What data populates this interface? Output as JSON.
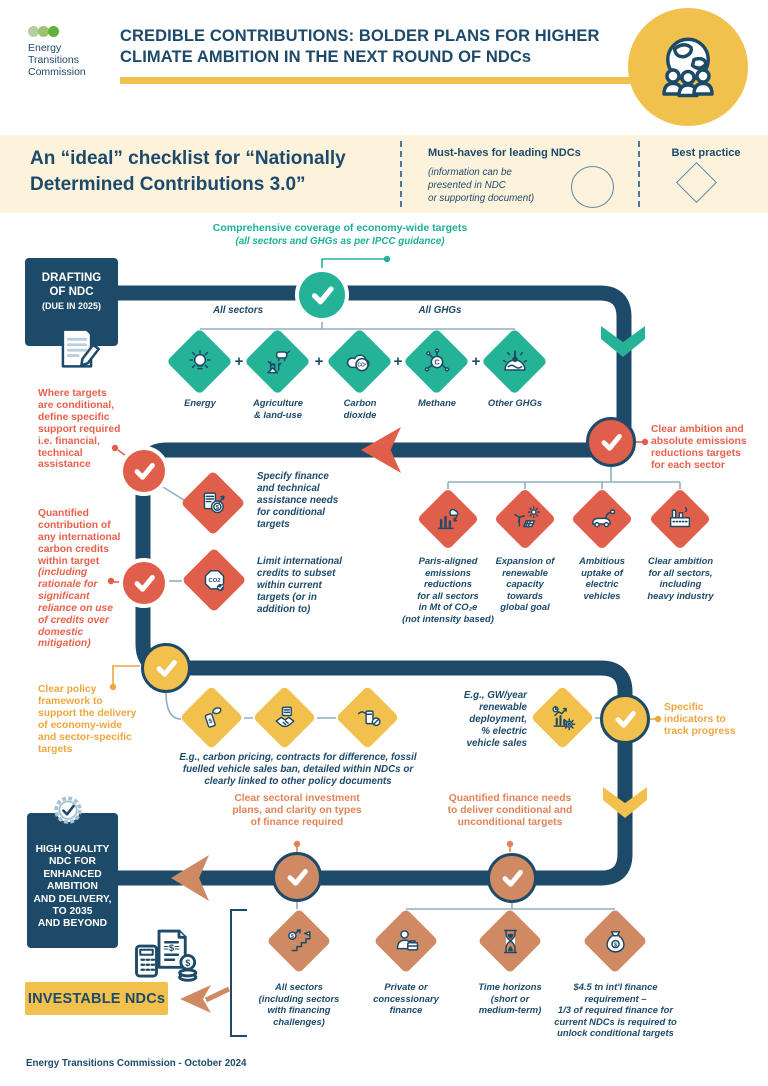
{
  "colors": {
    "navy": "#1d4a68",
    "teal": "#25b397",
    "red": "#e05f4b",
    "yellow": "#f2c04d",
    "orange": "#d08a63",
    "cream": "#fdf3dc",
    "slate": "#8fafc2"
  },
  "header": {
    "logo_name": "Energy\nTransitions\nCommission",
    "title": "CREDIBLE CONTRIBUTIONS: BOLDER PLANS FOR HIGHER\nCLIMATE AMBITION IN THE NEXT ROUND OF NDCs"
  },
  "legend": {
    "checklist_title": "An “ideal” checklist for “Nationally\nDetermined Contributions 3.0”",
    "must_haves_title": "Must-haves for leading NDCs",
    "must_haves_note": "(information can be\npresented in NDC\nor supporting document)",
    "best_practice_label": "Best practice"
  },
  "flow": {
    "plus": "+",
    "drafting": {
      "title": "DRAFTING\nOF NDC",
      "subtitle": "(DUE IN 2025)"
    },
    "comprehensive_title": "Comprehensive coverage of economy-wide targets",
    "comprehensive_note": "(all sectors and GHGs as per IPCC guidance)",
    "all_sectors": "All sectors",
    "all_ghgs": "All GHGs",
    "ghg_diamonds": [
      {
        "label": "Energy",
        "icon": "lightbulb-icon"
      },
      {
        "label": "Agriculture\n& land-use",
        "icon": "agriculture-icon"
      },
      {
        "label": "Carbon\ndioxide",
        "icon": "co2-cloud-icon"
      },
      {
        "label": "Methane",
        "icon": "methane-icon"
      },
      {
        "label": "Other GHGs",
        "icon": "globe-thermometer-icon"
      }
    ],
    "clear_ambition": "Clear ambition and\nabsolute emissions\nreductions targets\nfor each sector",
    "sector_diamonds": [
      {
        "label": "Paris-aligned\nemissions\nreductions\nfor all sectors\nin Mt of CO₂e\n(not intensity based)",
        "icon": "emissions-chart-icon"
      },
      {
        "label": "Expansion of\nrenewable\ncapacity\ntowards\nglobal goal",
        "icon": "wind-solar-icon"
      },
      {
        "label": "Ambitious\nuptake of\nelectric\nvehicles",
        "icon": "electric-vehicle-icon"
      },
      {
        "label": "Clear ambition\nfor all sectors,\nincluding\nheavy industry",
        "icon": "factory-icon"
      }
    ],
    "where_targets": "Where targets\nare conditional,\ndefine specific\nsupport required\ni.e. financial,\ntechnical\nassistance",
    "specify_finance": "Specify finance\nand technical\nassistance needs\nfor conditional\ntargets",
    "quantified_contribution": "Quantified\ncontribution of\nany international\ncarbon credits\nwithin target",
    "quantified_contribution_note": "(including\nrationale for\nsignificant\nreliance on use\nof credits over\ndomestic\nmitigation)",
    "limit_credits": "Limit international\ncredits to subset\nwithin current\ntargets (or in\naddition to)",
    "clear_policy": "Clear policy\nframework to\nsupport the delivery\nof economy-wide\nand sector-specific\ntargets",
    "policy_examples": "E.g., carbon pricing, contracts for difference, fossil\nfuelled vehicle sales ban, detailed within NDCs or\nclearly linked to other policy documents",
    "indicator_examples": "E.g., GW/year\nrenewable\ndeployment,\n% electric\nvehicle sales",
    "specific_indicators": "Specific\nindicators to\ntrack progress",
    "clear_sectoral": "Clear sectoral investment\nplans, and clarity on types\nof finance required",
    "quantified_finance": "Quantified finance needs\nto deliver conditional and\nunconditional targets",
    "finance_diamonds": [
      {
        "label": "All sectors\n(including sectors\nwith financing\nchallenges)",
        "icon": "stairs-flag-icon"
      },
      {
        "label": "Private or\nconcessionary\nfinance",
        "icon": "person-briefcase-icon"
      },
      {
        "label": "Time horizons\n(short or\nmedium-term)",
        "icon": "hourglass-icon"
      },
      {
        "label": "$4.5 tn int'l finance\nrequirement –\n1/3 of required finance for\ncurrent NDCs is required to\nunlock conditional targets",
        "icon": "money-bag-icon"
      }
    ],
    "high_quality": "HIGH QUALITY\nNDC FOR\nENHANCED\nAMBITION\nAND DELIVERY,\nTO 2035\nAND BEYOND",
    "investable": "INVESTABLE NDCs"
  },
  "footer": {
    "credit": "Energy Transitions Commission - October 2024"
  }
}
